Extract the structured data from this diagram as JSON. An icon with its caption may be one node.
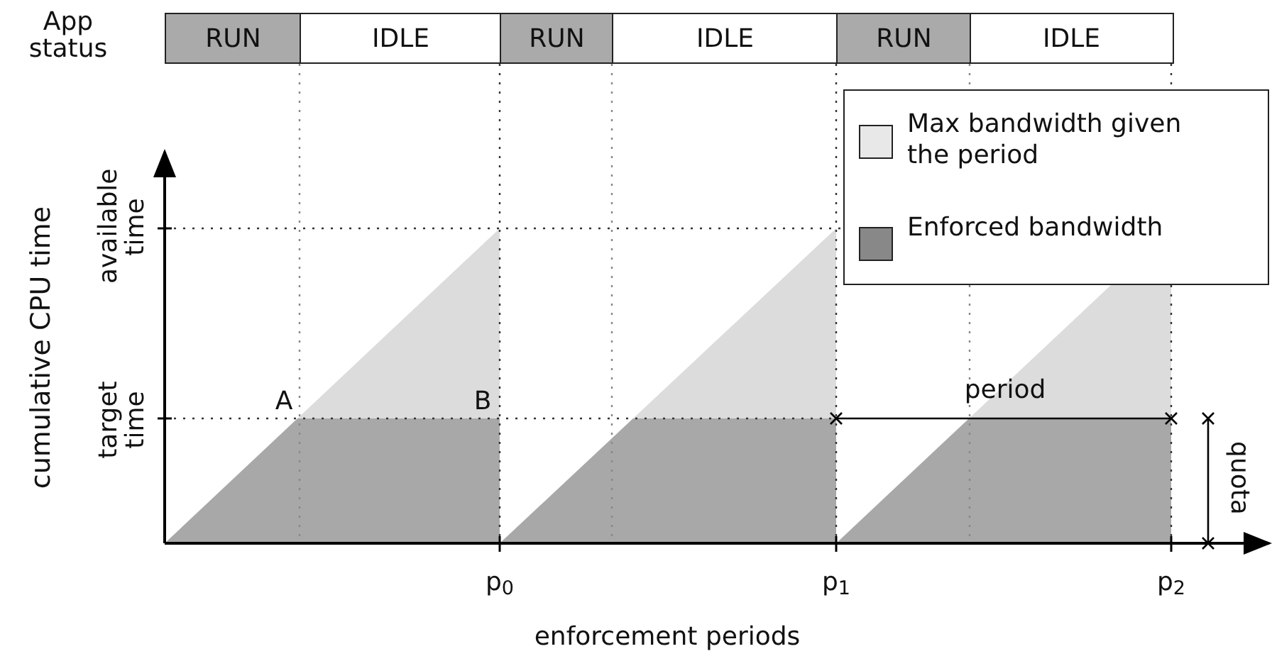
{
  "diagram": {
    "nodes": [
      {
        "text": [
          "RUN"
        ]
      },
      {
        "text": [
          "IDLE"
        ]
      },
      {
        "text": [
          "RUN"
        ]
      },
      {
        "text": [
          "IDLE"
        ]
      },
      {
        "text": [
          "RUN"
        ]
      },
      {
        "text": [
          "IDLE"
        ]
      }
    ],
    "labels": [
      "App status",
      "cumulative CPU time",
      "available time",
      "target time",
      "A",
      "B",
      "period",
      "quota",
      "p$_{0}$",
      "p$_{1}$",
      "p$_{2}$",
      "enforcement periods"
    ],
    "legend": [
      {
        "text": "Max bandwidth given the period",
        "color": "#e8e8e8"
      },
      {
        "text": "Enforced bandwidth",
        "color": "#888888"
      }
    ]
  }
}
